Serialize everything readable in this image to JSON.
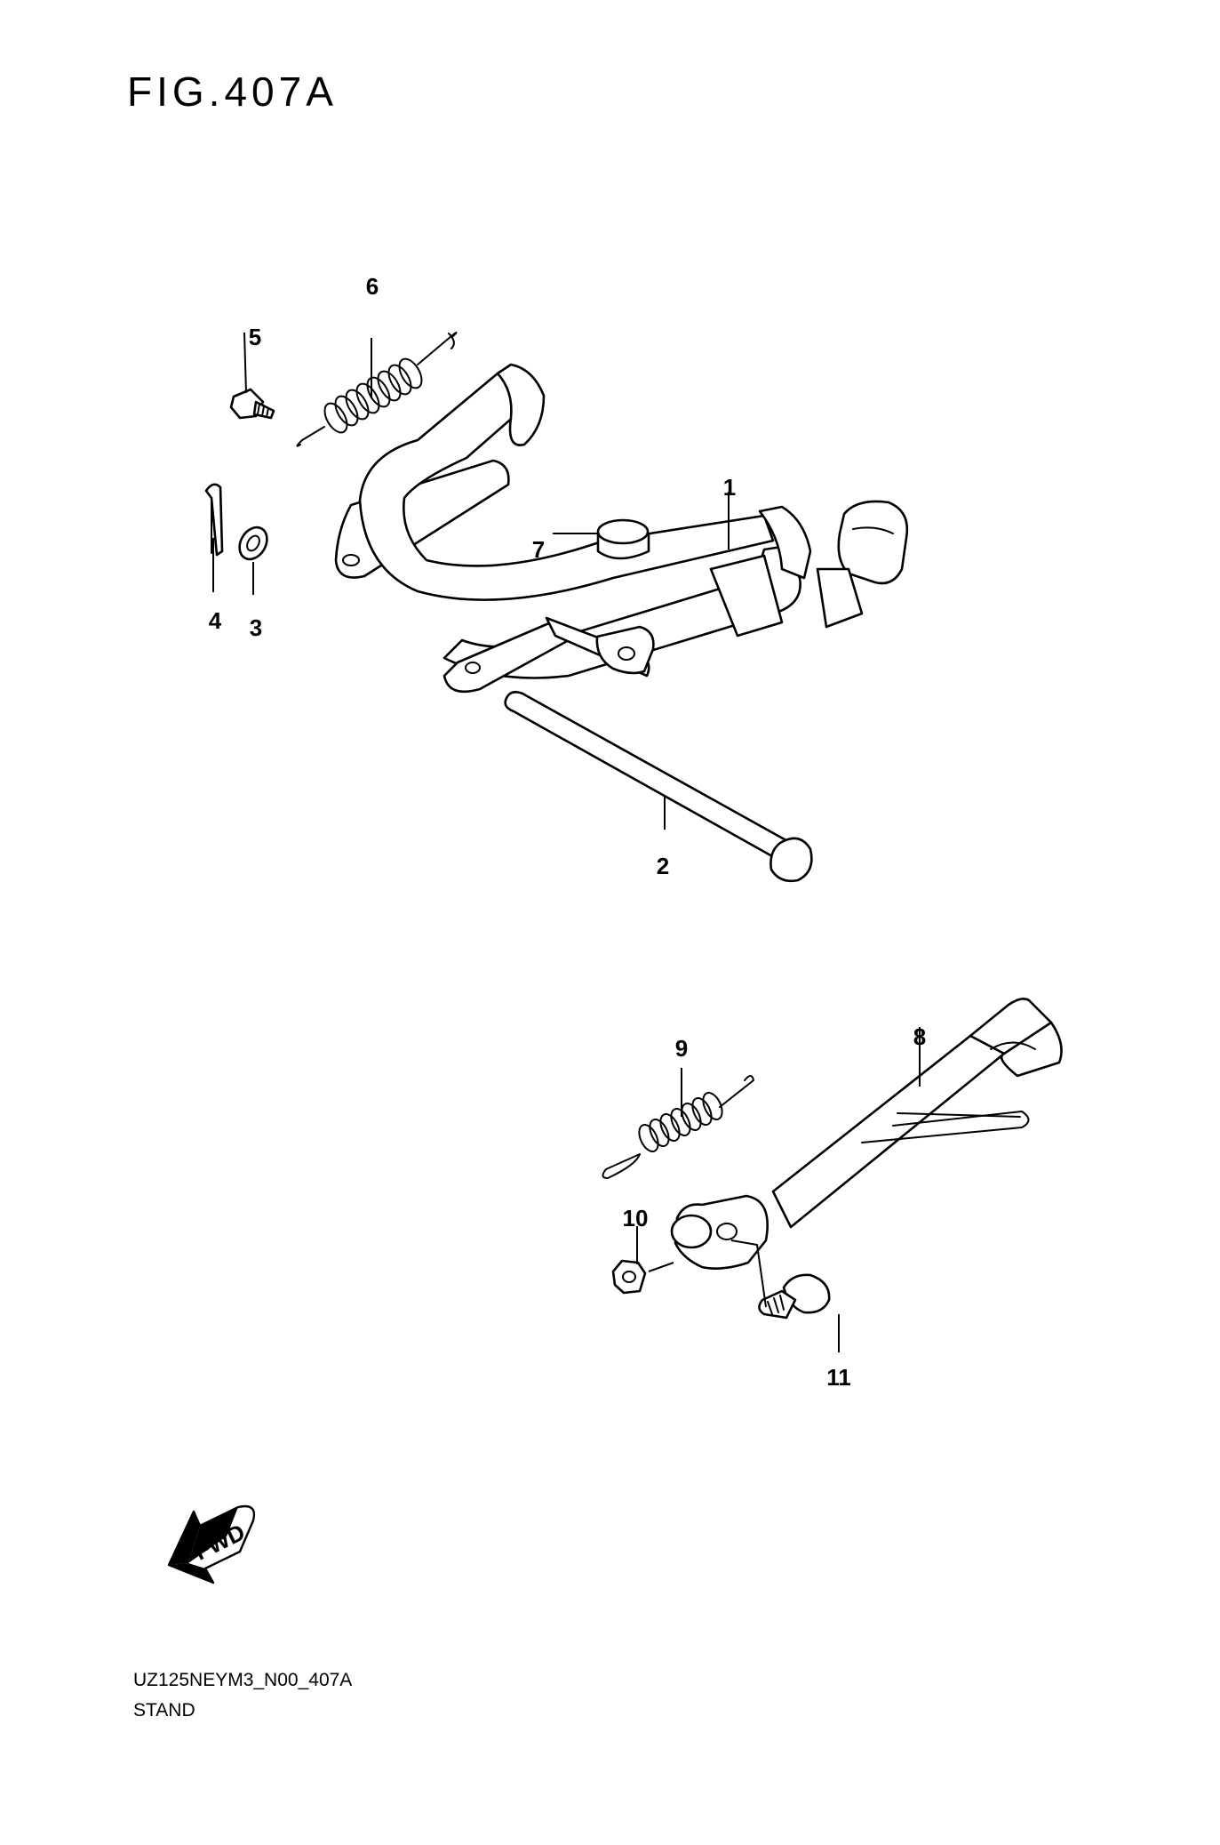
{
  "figure_title": "FIG.407A",
  "callouts": {
    "c1": "1",
    "c2": "2",
    "c3": "3",
    "c4": "4",
    "c5": "5",
    "c6": "6",
    "c7": "7",
    "c8": "8",
    "c9": "9",
    "c10": "10",
    "c11": "11"
  },
  "fwd_label": "FWD",
  "footer": {
    "code": "UZ125NEYM3_N00_407A",
    "name": "STAND"
  }
}
